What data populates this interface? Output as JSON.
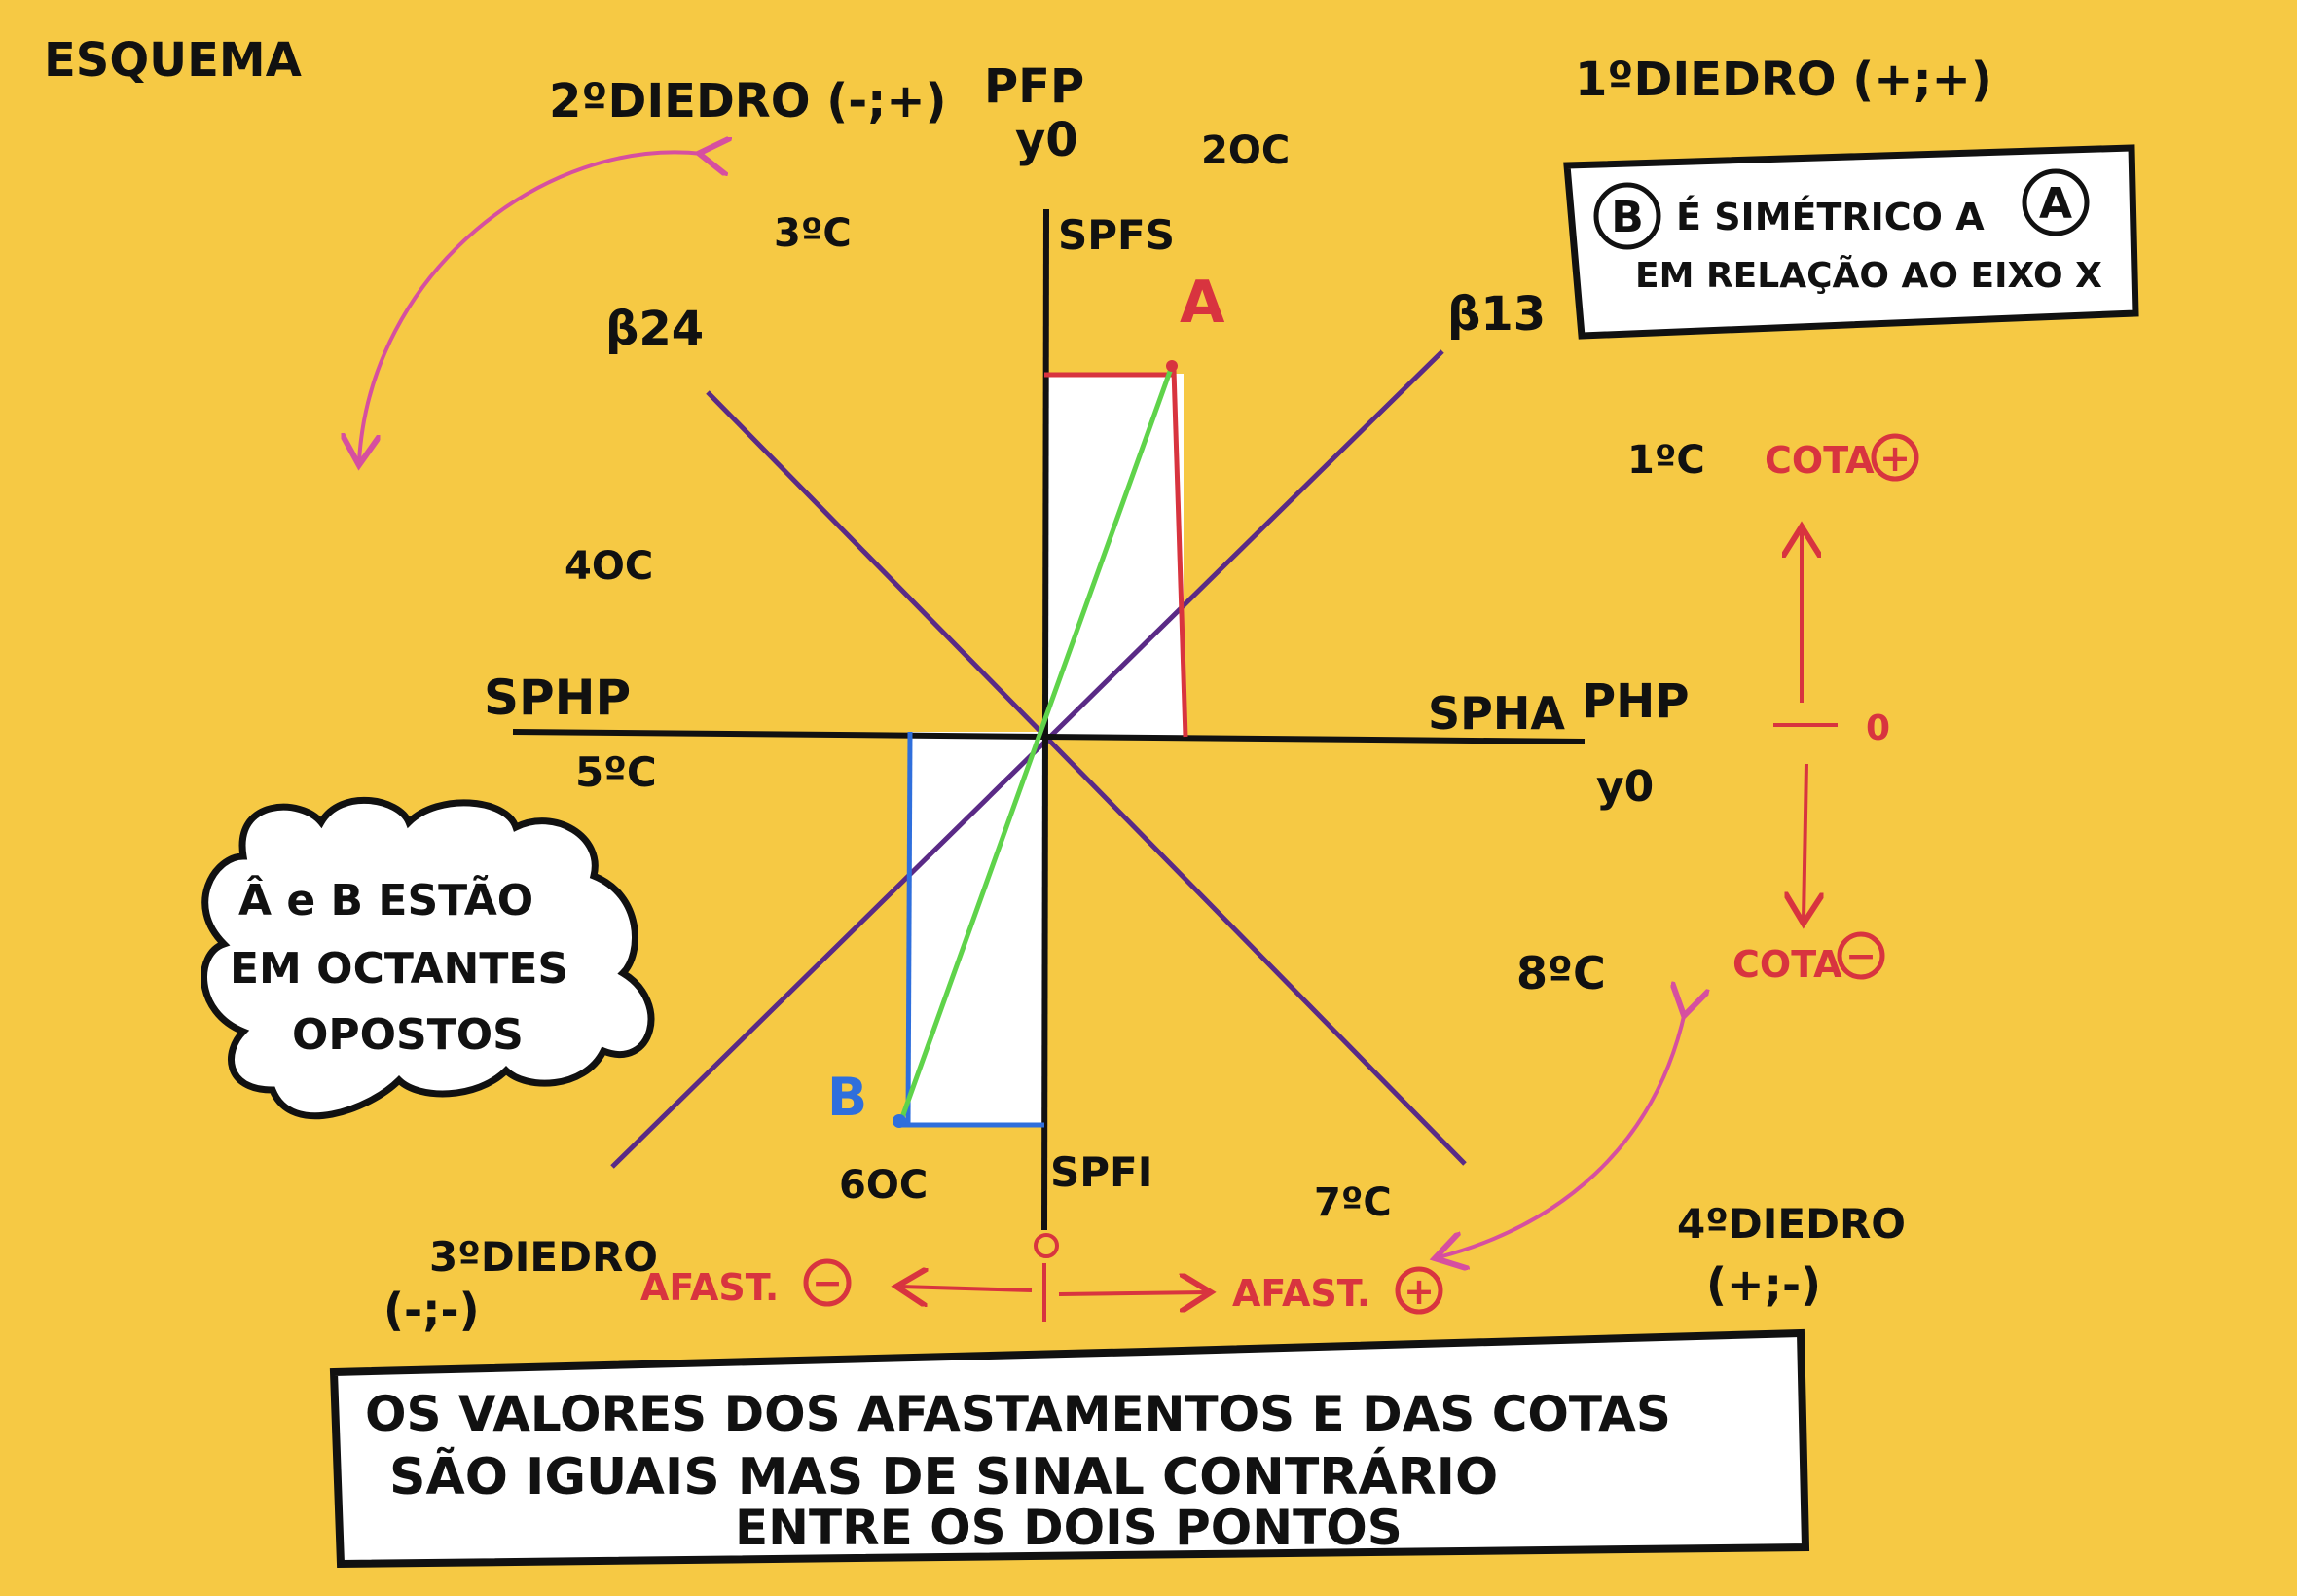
{
  "title": "ESQUEMA",
  "dihedra": {
    "d1": {
      "name": "1ºDIEDRO",
      "signs": "(+;+)"
    },
    "d2": {
      "name": "2ºDIEDRO",
      "signs": "(-;+)"
    },
    "d3": {
      "name": "3ºDIEDRO",
      "signs": "(-;-)"
    },
    "d4": {
      "name": "4ºDIEDRO",
      "signs": "(+;-)"
    }
  },
  "octants": {
    "o1": "1ºC",
    "o2": "2OC",
    "o3": "3ºC",
    "o4": "4OC",
    "o5": "5ºC",
    "o6": "6OC",
    "o7": "7ºC",
    "o8": "8ºC"
  },
  "planes": {
    "pfp": "PFP",
    "pfp_axis": "y0",
    "php": "PHP",
    "php_axis": "y0",
    "spfs": "SPFS",
    "spfi": "SPFI",
    "sphp": "SPHP",
    "spha": "SPHA",
    "b24": "β24",
    "b13": "β13"
  },
  "points": {
    "a": "A",
    "b": "B"
  },
  "colors": {
    "background": "#f6c944",
    "point_a": "#d8343f",
    "point_b": "#2f6fdc",
    "bisectors": "#5a2a86",
    "projection_line": "#5fd34a",
    "arcs": "#d64fa0"
  },
  "cota": {
    "plus": "COTA",
    "minus": "COTA",
    "zero": "0",
    "plus_sign": "+",
    "minus_sign": "−"
  },
  "afastamento": {
    "plus": "AFAST.",
    "minus": "AFAST.",
    "zero": "0",
    "plus_sign": "+",
    "minus_sign": "−"
  },
  "note_symmetry": {
    "b": "B",
    "line1": "É SIMÉTRICO A",
    "a": "A",
    "line2": "EM RELAÇÃO AO EIXO X"
  },
  "note_cloud": {
    "line1": "Â e B ESTÃO",
    "line2": "EM OCTANTES",
    "line3": "OPOSTOS"
  },
  "note_bottom": {
    "line1": "OS VALORES DOS AFASTAMENTOS E DAS COTAS",
    "line2": "SÃO IGUAIS MAS DE SINAL CONTRÁRIO",
    "line3": "ENTRE OS DOIS PONTOS"
  }
}
